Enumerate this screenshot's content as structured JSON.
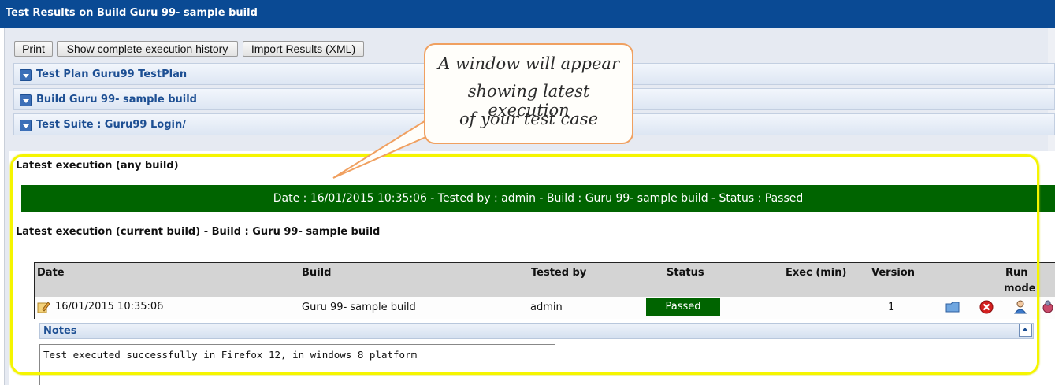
{
  "window": {
    "title": "Test Results on Build Guru 99- sample build"
  },
  "toolbar": {
    "print_label": "Print",
    "history_label": "Show complete execution history",
    "import_label": "Import Results (XML)"
  },
  "sections": {
    "test_plan": "Test Plan Guru99 TestPlan",
    "build": "Build Guru 99- sample build",
    "test_suite": "Test Suite : Guru99 Login/"
  },
  "callout": {
    "line1": "A window will appear",
    "line2": "showing latest execution",
    "line3": "of your test case"
  },
  "latest_any": {
    "heading": "Latest execution (any build)",
    "summary": "Date : 16/01/2015 10:35:06 - Tested by : admin - Build : Guru 99- sample build - Status : Passed"
  },
  "latest_current": {
    "heading": "Latest execution (current build) - Build : Guru 99- sample build"
  },
  "table": {
    "headers": {
      "date": "Date",
      "build": "Build",
      "tested_by": "Tested by",
      "status": "Status",
      "exec": "Exec (min)",
      "version": "Version",
      "run_mode_1": "Run",
      "run_mode_2": "mode"
    },
    "row": {
      "date": "16/01/2015 10:35:06",
      "build": "Guru 99- sample build",
      "tested_by": "admin",
      "status": "Passed",
      "exec": "",
      "version": "1"
    }
  },
  "notes": {
    "label": "Notes",
    "text": "Test executed successfully in Firefox 12, in windows 8 platform"
  },
  "colors": {
    "title_bar": "#0a4a94",
    "passed_green": "#006400",
    "highlight_yellow": "#f5f500",
    "callout_border": "#f0a060",
    "section_text": "#1d4f93"
  },
  "icons": {
    "row_icons": [
      "edit-notes-icon",
      "attachment-icon",
      "delete-icon",
      "user-icon",
      "bug-icon"
    ]
  }
}
